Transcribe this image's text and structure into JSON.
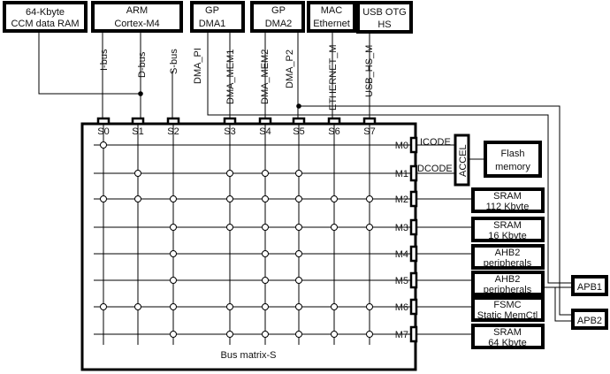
{
  "masters": [
    {
      "lines": [
        "64-Kbyte",
        "CCM data RAM"
      ]
    },
    {
      "lines": [
        "ARM",
        "Cortex-M4"
      ]
    },
    {
      "lines": [
        "GP",
        "DMA1"
      ]
    },
    {
      "lines": [
        "GP",
        "DMA2"
      ]
    },
    {
      "lines": [
        "MAC",
        "Ethernet"
      ]
    },
    {
      "lines": [
        "USB OTG",
        "HS"
      ]
    }
  ],
  "buses": [
    "I-bus",
    "D-bus",
    "S-bus",
    "DMA_PI",
    "DMA_MEM1",
    "DMA_MEM2",
    "DMA_P2",
    "ETHERNET_M",
    "USB_HS_M"
  ],
  "slave_ports": [
    "S0",
    "S1",
    "S2",
    "S3",
    "S4",
    "S5",
    "S6",
    "S7"
  ],
  "master_ports": [
    "M0",
    "M1",
    "M2",
    "M3",
    "M4",
    "M5",
    "M6",
    "M7"
  ],
  "matrix_label": "Bus matrix-S",
  "connections": [
    [
      1,
      0,
      0,
      0,
      0,
      0,
      0,
      0
    ],
    [
      0,
      1,
      0,
      1,
      1,
      1,
      0,
      0
    ],
    [
      1,
      1,
      1,
      1,
      1,
      1,
      1,
      1
    ],
    [
      0,
      0,
      1,
      1,
      1,
      1,
      1,
      1
    ],
    [
      0,
      0,
      1,
      0,
      1,
      1,
      0,
      0
    ],
    [
      0,
      0,
      1,
      0,
      1,
      1,
      0,
      0
    ],
    [
      1,
      1,
      1,
      1,
      1,
      1,
      1,
      1
    ],
    [
      0,
      0,
      1,
      1,
      1,
      1,
      1,
      1
    ]
  ],
  "code_buses": [
    "ICODE",
    "DCODE"
  ],
  "accel": "ACCEL",
  "flash": [
    "Flash",
    "memory"
  ],
  "slaves": [
    [
      "SRAM",
      "112 Kbyte"
    ],
    [
      "SRAM",
      "16 Kbyte"
    ],
    [
      "AHB2",
      "peripherals"
    ],
    [
      "AHB2",
      "peripherals"
    ],
    [
      "FSMC",
      "Static MemCtl"
    ],
    [
      "SRAM",
      "64 Kbyte"
    ]
  ],
  "apb": [
    "APB1",
    "APB2"
  ]
}
